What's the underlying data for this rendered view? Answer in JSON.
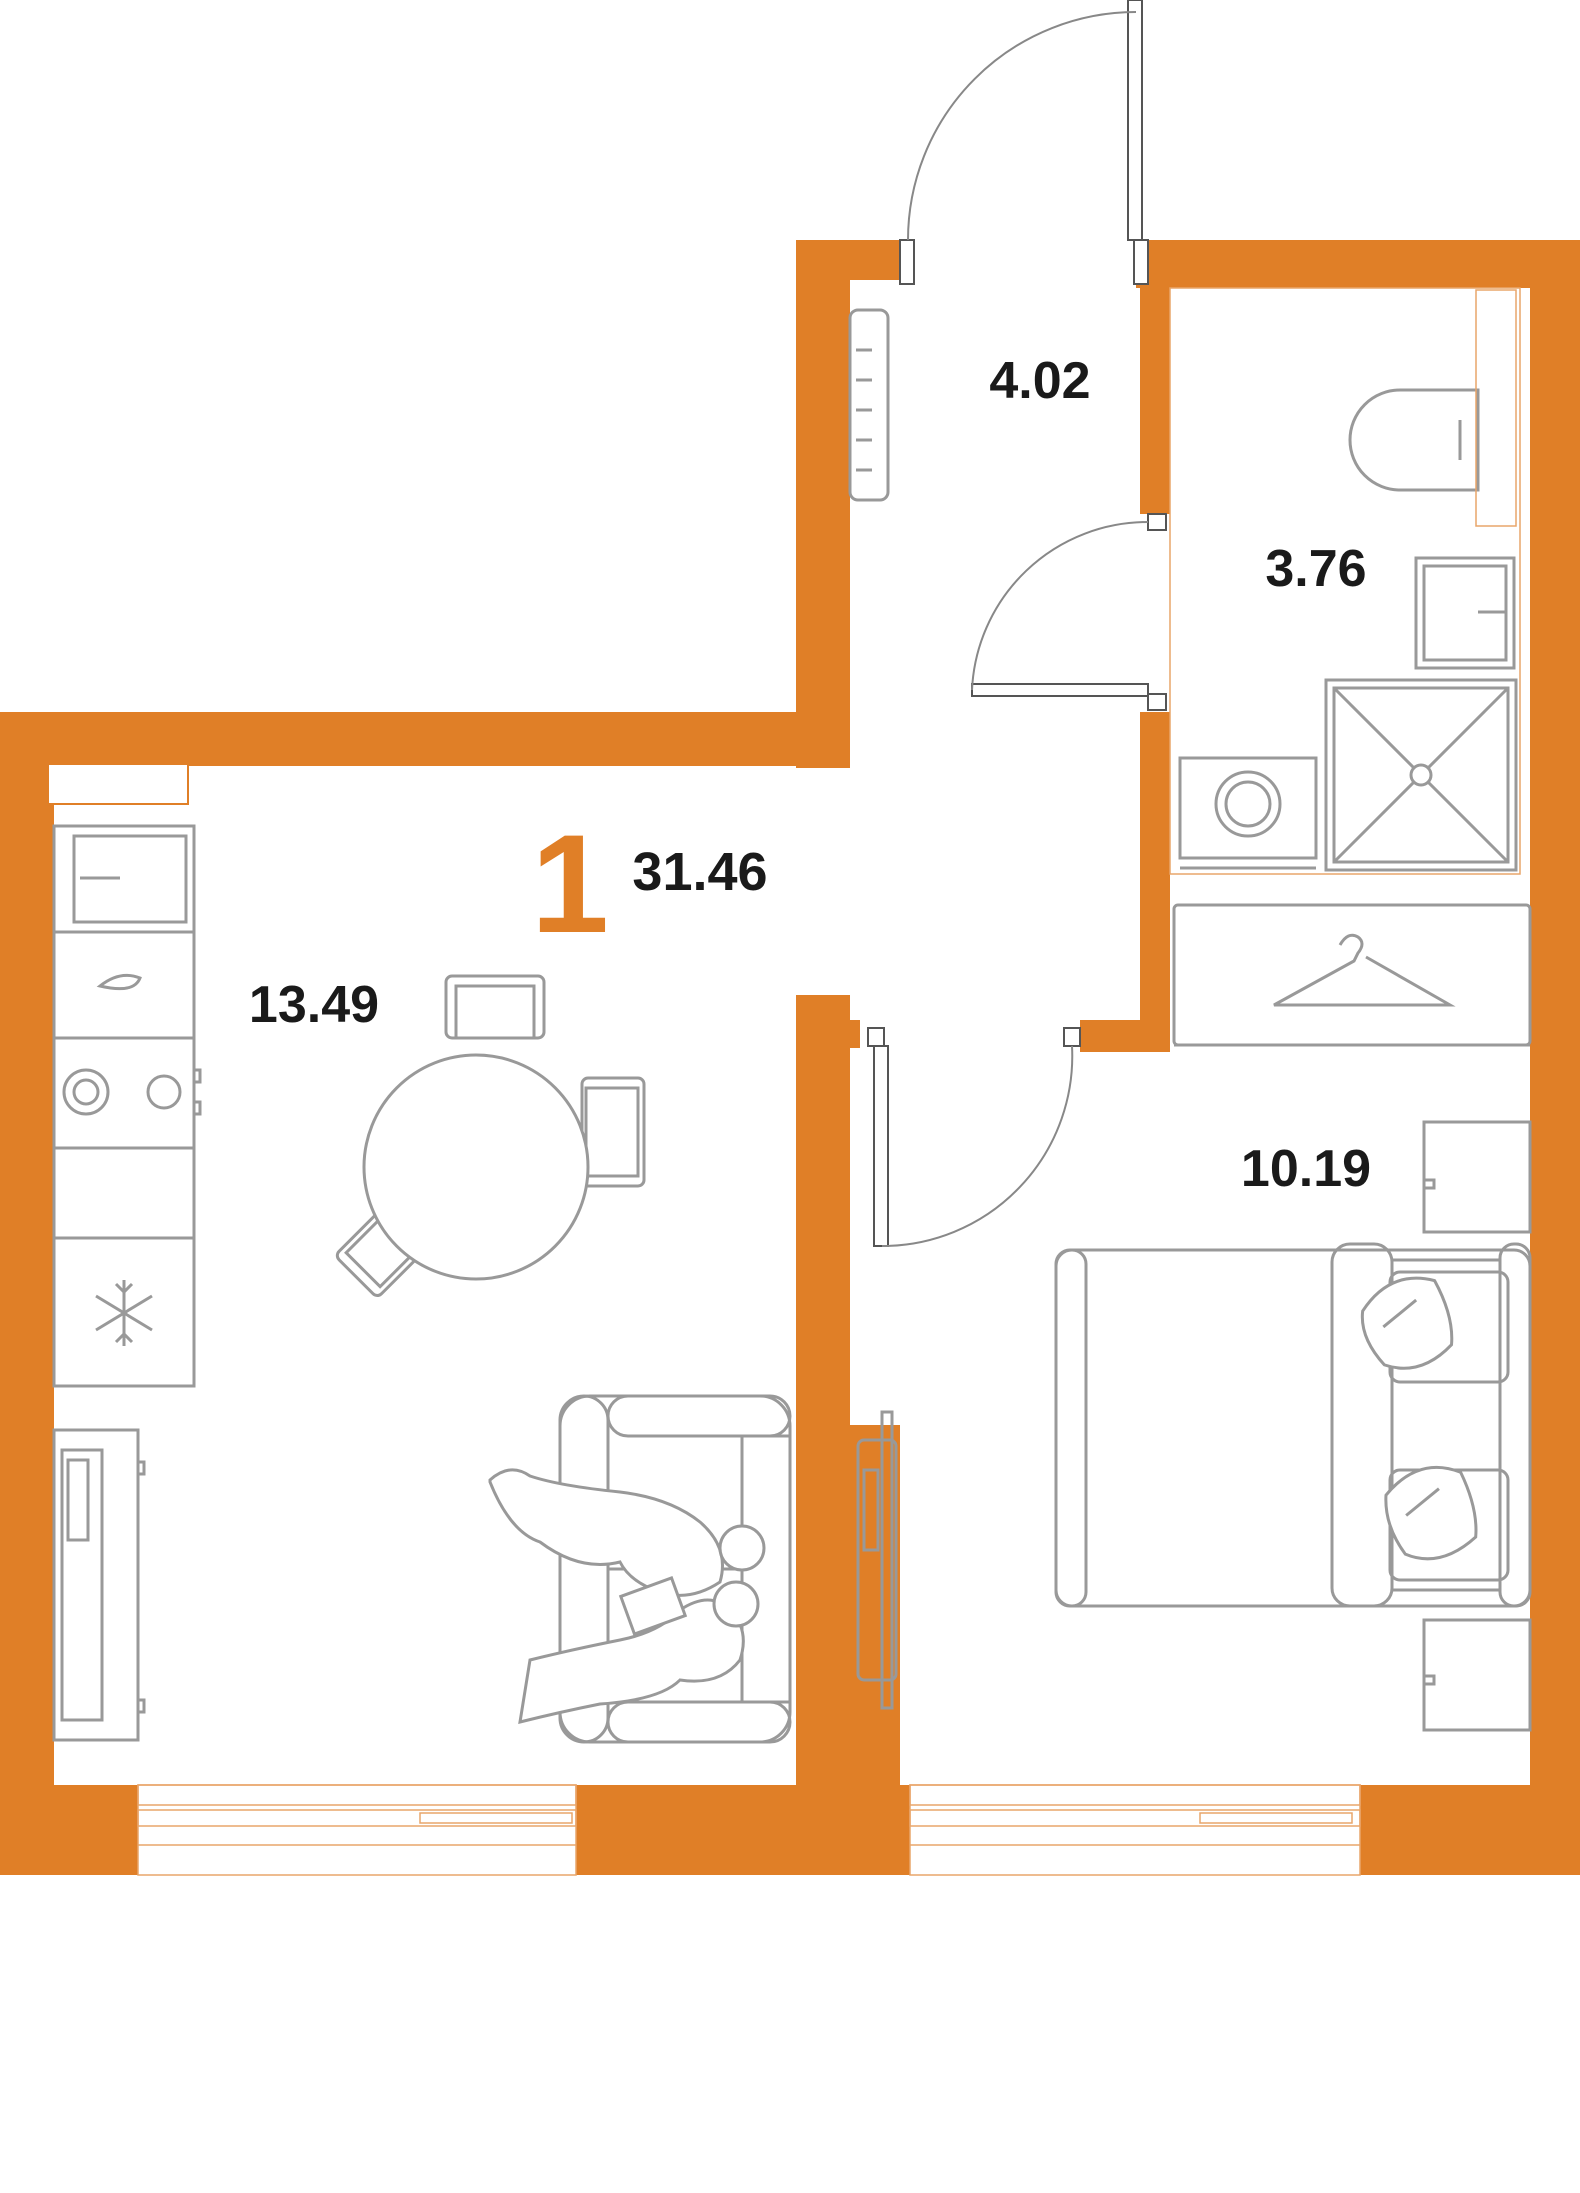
{
  "plan": {
    "rooms_count": "1",
    "total_area": "31.46",
    "rooms": [
      {
        "id": "kitchen-living",
        "area": "13.49"
      },
      {
        "id": "hallway",
        "area": "4.02"
      },
      {
        "id": "bathroom",
        "area": "3.76"
      },
      {
        "id": "bedroom",
        "area": "10.19"
      }
    ]
  },
  "colors": {
    "wall": "#e07f27",
    "furniture_line": "#999999",
    "text": "#1a1a1a"
  },
  "icons": [
    "coat-rack-icon",
    "toilet-icon",
    "sink-icon",
    "shower-icon",
    "washing-machine-icon",
    "wardrobe-hanger-icon",
    "kitchen-sink-icon",
    "stove-icon",
    "fridge-snowflake-icon",
    "dining-table-icon",
    "chair-icon",
    "sofa-icon",
    "people-icon",
    "tv-icon",
    "bed-icon",
    "pillow-icon",
    "nightstand-icon",
    "door-icon",
    "window-icon"
  ]
}
